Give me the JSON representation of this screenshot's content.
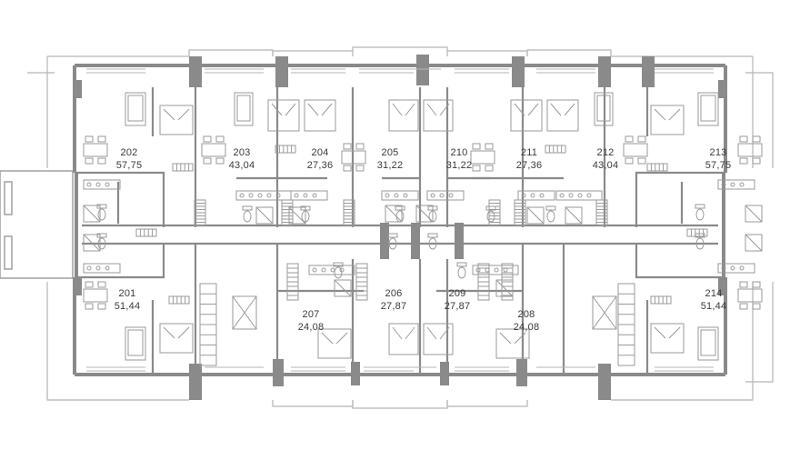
{
  "colors": {
    "wall": "#8a8a8a",
    "line": "#b5b5b5",
    "fixture": "#9a9a9a",
    "text": "#3a3a3a",
    "background": "#ffffff"
  },
  "icons": [
    "bed-icon",
    "sofa-icon",
    "dining-table-icon",
    "kitchen-counter-icon",
    "toilet-icon",
    "shower-icon",
    "stairs-icon",
    "elevator-icon",
    "radiator-icon"
  ],
  "apartments": [
    {
      "id": "202",
      "number": "202",
      "area": "57,75"
    },
    {
      "id": "203",
      "number": "203",
      "area": "43,04"
    },
    {
      "id": "204",
      "number": "204",
      "area": "27,36"
    },
    {
      "id": "205",
      "number": "205",
      "area": "31,22"
    },
    {
      "id": "210",
      "number": "210",
      "area": "31,22"
    },
    {
      "id": "211",
      "number": "211",
      "area": "27,36"
    },
    {
      "id": "212",
      "number": "212",
      "area": "43,04"
    },
    {
      "id": "213",
      "number": "213",
      "area": "57,75"
    },
    {
      "id": "201",
      "number": "201",
      "area": "51,44"
    },
    {
      "id": "207",
      "number": "207",
      "area": "24,08"
    },
    {
      "id": "206",
      "number": "206",
      "area": "27,87"
    },
    {
      "id": "209",
      "number": "209",
      "area": "27,87"
    },
    {
      "id": "208",
      "number": "208",
      "area": "24,08"
    },
    {
      "id": "214",
      "number": "214",
      "area": "51,44"
    }
  ]
}
